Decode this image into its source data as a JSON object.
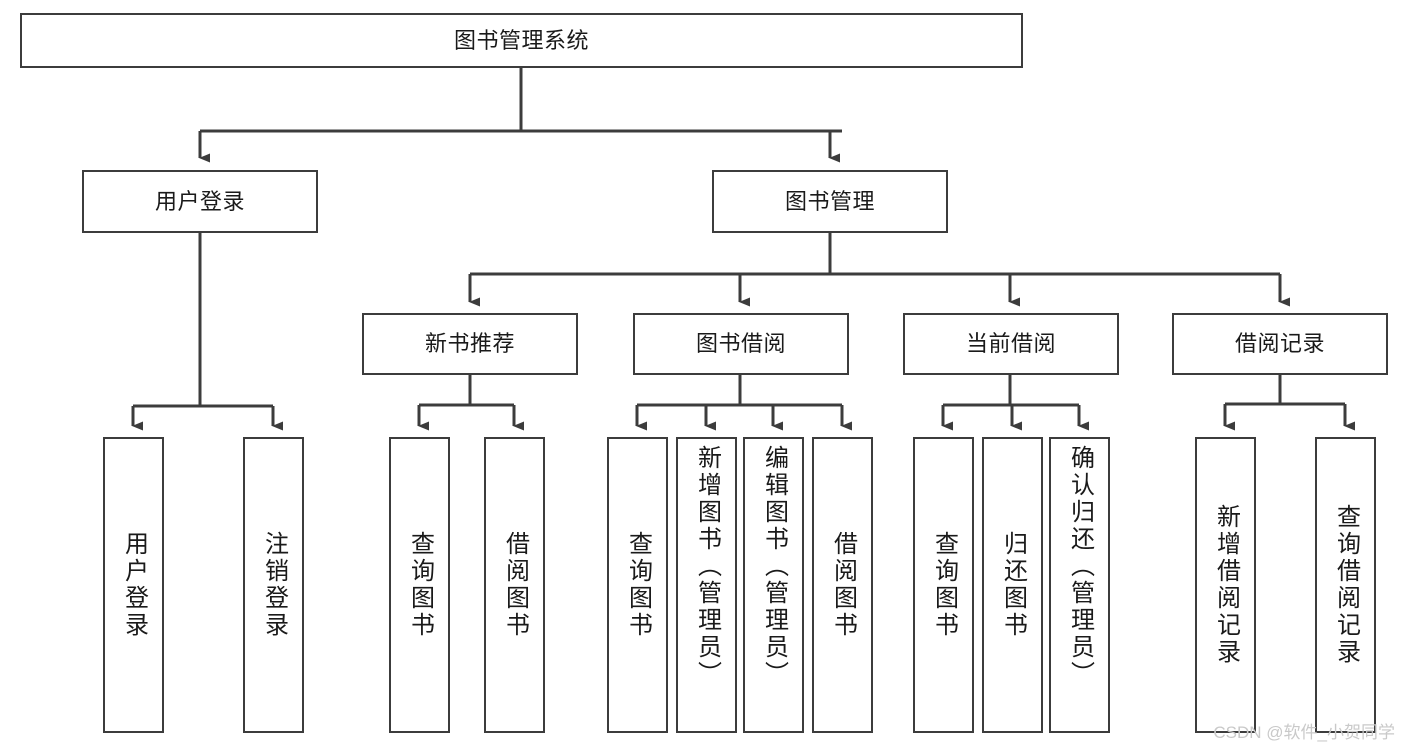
{
  "diagram": {
    "title": "图书管理系统",
    "watermark": "CSDN @软件_小贺同学",
    "colors": {
      "stroke": "#3c3c3c",
      "fill": "#ffffff",
      "text": "#1a1a1a",
      "watermark": "#c9c9c9",
      "background": "#ffffff"
    },
    "root": {
      "label": "图书管理系统"
    },
    "level1": [
      {
        "label": "用户登录"
      },
      {
        "label": "图书管理"
      }
    ],
    "level2": [
      {
        "label": "新书推荐"
      },
      {
        "label": "图书借阅"
      },
      {
        "label": "当前借阅"
      },
      {
        "label": "借阅记录"
      }
    ],
    "leaves": {
      "user_login": [
        {
          "label": "用户登录"
        },
        {
          "label": "注销登录"
        }
      ],
      "new_book_recommend": [
        {
          "label": "查询图书"
        },
        {
          "label": "借阅图书"
        }
      ],
      "book_borrow": [
        {
          "label": "查询图书"
        },
        {
          "label": "新增图书（管理员）"
        },
        {
          "label": "编辑图书（管理员）"
        },
        {
          "label": "借阅图书"
        }
      ],
      "current_borrow": [
        {
          "label": "查询图书"
        },
        {
          "label": "归还图书"
        },
        {
          "label": "确认归还（管理员）"
        }
      ],
      "borrow_record": [
        {
          "label": "新增借阅记录"
        },
        {
          "label": "查询借阅记录"
        }
      ]
    }
  },
  "chart_data": {
    "type": "diagram",
    "subtype": "tree-hierarchy",
    "title": "图书管理系统",
    "orientation": "top-down",
    "nodes": [
      {
        "id": "root",
        "label": "图书管理系统",
        "level": 0
      },
      {
        "id": "n1",
        "label": "用户登录",
        "level": 1
      },
      {
        "id": "n2",
        "label": "图书管理",
        "level": 1
      },
      {
        "id": "n1a",
        "label": "用户登录",
        "level": 2
      },
      {
        "id": "n1b",
        "label": "注销登录",
        "level": 2
      },
      {
        "id": "n2a",
        "label": "新书推荐",
        "level": 2
      },
      {
        "id": "n2b",
        "label": "图书借阅",
        "level": 2
      },
      {
        "id": "n2c",
        "label": "当前借阅",
        "level": 2
      },
      {
        "id": "n2d",
        "label": "借阅记录",
        "level": 2
      },
      {
        "id": "n2a1",
        "label": "查询图书",
        "level": 3
      },
      {
        "id": "n2a2",
        "label": "借阅图书",
        "level": 3
      },
      {
        "id": "n2b1",
        "label": "查询图书",
        "level": 3
      },
      {
        "id": "n2b2",
        "label": "新增图书（管理员）",
        "level": 3
      },
      {
        "id": "n2b3",
        "label": "编辑图书（管理员）",
        "level": 3
      },
      {
        "id": "n2b4",
        "label": "借阅图书",
        "level": 3
      },
      {
        "id": "n2c1",
        "label": "查询图书",
        "level": 3
      },
      {
        "id": "n2c2",
        "label": "归还图书",
        "level": 3
      },
      {
        "id": "n2c3",
        "label": "确认归还（管理员）",
        "level": 3
      },
      {
        "id": "n2d1",
        "label": "新增借阅记录",
        "level": 3
      },
      {
        "id": "n2d2",
        "label": "查询借阅记录",
        "level": 3
      }
    ],
    "edges": [
      [
        "root",
        "n1"
      ],
      [
        "root",
        "n2"
      ],
      [
        "n1",
        "n1a"
      ],
      [
        "n1",
        "n1b"
      ],
      [
        "n2",
        "n2a"
      ],
      [
        "n2",
        "n2b"
      ],
      [
        "n2",
        "n2c"
      ],
      [
        "n2",
        "n2d"
      ],
      [
        "n2a",
        "n2a1"
      ],
      [
        "n2a",
        "n2a2"
      ],
      [
        "n2b",
        "n2b1"
      ],
      [
        "n2b",
        "n2b2"
      ],
      [
        "n2b",
        "n2b3"
      ],
      [
        "n2b",
        "n2b4"
      ],
      [
        "n2c",
        "n2c1"
      ],
      [
        "n2c",
        "n2c2"
      ],
      [
        "n2c",
        "n2c3"
      ],
      [
        "n2d",
        "n2d1"
      ],
      [
        "n2d",
        "n2d2"
      ]
    ]
  }
}
